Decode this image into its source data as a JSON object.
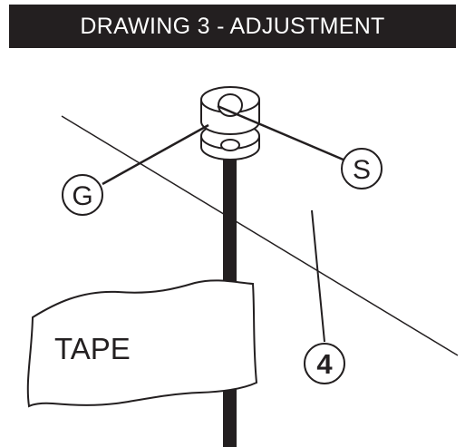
{
  "header": {
    "title": "DRAWING 3 - ADJUSTMENT"
  },
  "labels": {
    "tape": "TAPE",
    "guide": "G",
    "screw": "S",
    "number": "4"
  }
}
